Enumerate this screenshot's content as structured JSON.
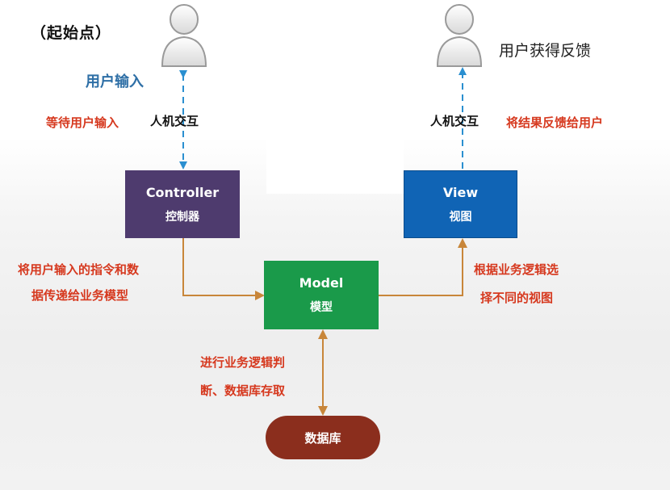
{
  "labels": {
    "start": "（起始点）",
    "user_input": "用户输入",
    "user_feedback": "用户获得反馈",
    "hci_left": "人机交互",
    "hci_right": "人机交互",
    "wait_input": "等待用户输入",
    "return_feedback": "将结果反馈给用户",
    "pass_line1": "将用户输入的指令和数",
    "pass_line2": "据传递给业务模型",
    "select_line1": "根据业务逻辑选",
    "select_line2": "择不同的视图",
    "logic_line1": "进行业务逻辑判",
    "logic_line2": "断、数据库存取"
  },
  "nodes": {
    "controller": {
      "en": "Controller",
      "cn": "控制器",
      "color": "#4e3b6e"
    },
    "view": {
      "en": "View",
      "cn": "视图",
      "color": "#1064b5"
    },
    "model": {
      "en": "Model",
      "cn": "模型",
      "color": "#1a9a4a"
    },
    "database": {
      "label": "数据库",
      "color": "#8b2e1d"
    }
  },
  "icons": {
    "left_user": "user-icon",
    "right_user": "user-icon"
  },
  "colors": {
    "annotation_red": "#d6391f",
    "user_input_blue": "#2e6fa6",
    "dashed_arrow": "#2a8fd0",
    "solid_arrow": "#c8863a"
  }
}
